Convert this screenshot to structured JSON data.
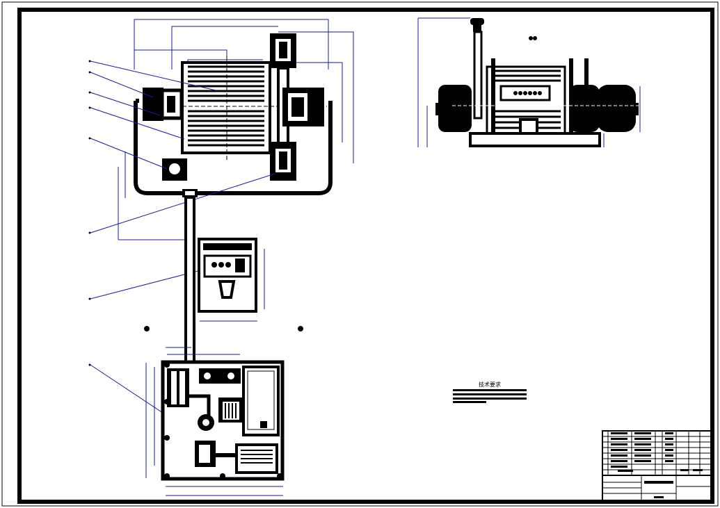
{
  "drawing": {
    "technical_requirements_title": "技术要求",
    "colors": {
      "sheet_border": "#000000",
      "leader_lines": "#1a1aa6",
      "dimension_lines": "#1a1aa6",
      "background": "#ffffff"
    },
    "views": [
      "winch-top-view",
      "winch-side-view",
      "control-box",
      "pump-station"
    ],
    "title_block": {
      "parts_list_rows": 8
    }
  }
}
